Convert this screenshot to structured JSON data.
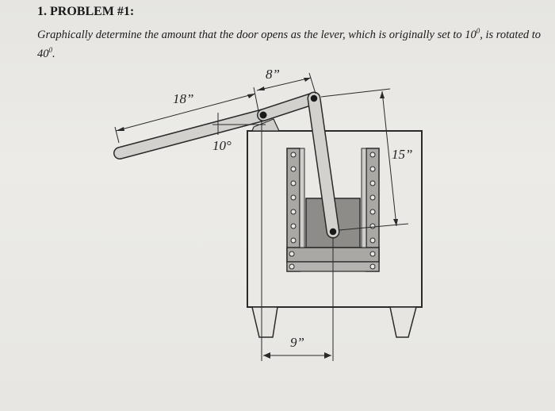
{
  "problem": {
    "title": "1.  PROBLEM #1:",
    "text_before_deg1": "Graphically determine the amount that the door opens as the lever, which is originally set to 10",
    "deg_mark_1": "0",
    "text_between": ", is rotated to 40",
    "deg_mark_2": "0",
    "text_after": "."
  },
  "diagram": {
    "labels": {
      "top_link_length": "8”",
      "lever_length": "18”",
      "angle": "10°",
      "height": "15”",
      "base_width": "9”"
    }
  }
}
